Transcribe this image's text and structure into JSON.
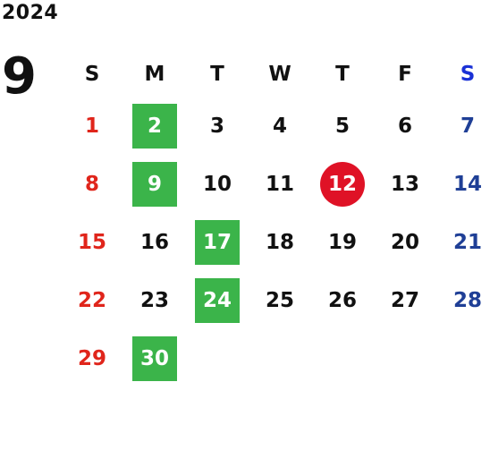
{
  "year": "2024",
  "month": "9",
  "weekdays": [
    "S",
    "M",
    "T",
    "W",
    "T",
    "F",
    "S"
  ],
  "weeks": [
    [
      "1",
      "2",
      "3",
      "4",
      "5",
      "6",
      "7"
    ],
    [
      "8",
      "9",
      "10",
      "11",
      "12",
      "13",
      "14"
    ],
    [
      "15",
      "16",
      "17",
      "18",
      "19",
      "20",
      "21"
    ],
    [
      "22",
      "23",
      "24",
      "25",
      "26",
      "27",
      "28"
    ],
    [
      "29",
      "30",
      "",
      "",
      "",
      "",
      ""
    ]
  ],
  "colors": {
    "sunday": "#e0251b",
    "saturday": "#1f3f96",
    "highlight_green": "#3bb44a",
    "today_red": "#df1226"
  }
}
